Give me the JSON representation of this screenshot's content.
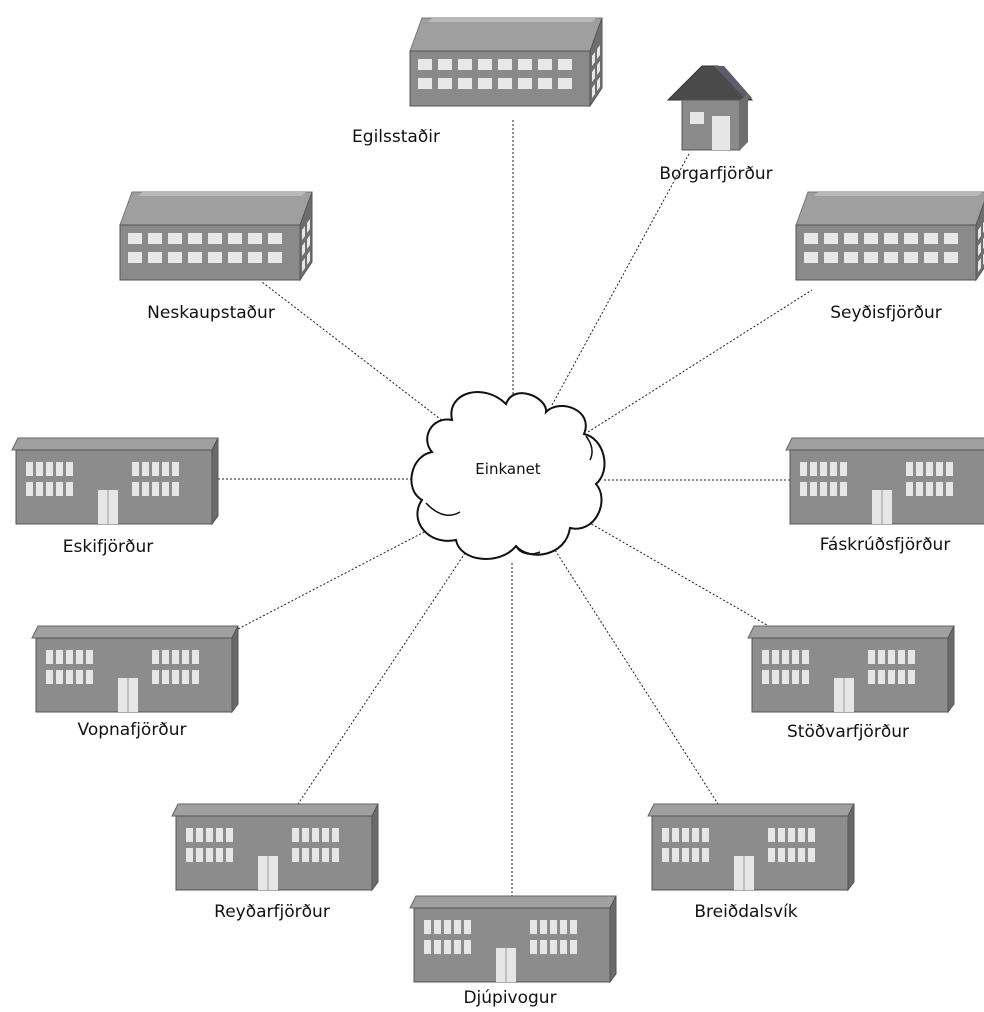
{
  "hub": {
    "label": "Einkanet"
  },
  "nodes": [
    {
      "id": "egilsstadir",
      "label": "Egilsstaðir",
      "kind": "office-tower"
    },
    {
      "id": "borgarfjordur",
      "label": "Borgarfjörður",
      "kind": "house"
    },
    {
      "id": "neskaupstadur",
      "label": "Neskaupstaður",
      "kind": "office-tower"
    },
    {
      "id": "seydisfjordur",
      "label": "Seyðisfjörður",
      "kind": "office-tower"
    },
    {
      "id": "eskifjordur",
      "label": "Eskifjörður",
      "kind": "school"
    },
    {
      "id": "faskrudsfjordur",
      "label": "Fáskrúðsfjörður",
      "kind": "school"
    },
    {
      "id": "vopnafjordur",
      "label": "Vopnafjörður",
      "kind": "school"
    },
    {
      "id": "stodvarfjordur",
      "label": "Stöðvarfjörður",
      "kind": "school"
    },
    {
      "id": "reydarfjordur",
      "label": "Reyðarfjörður",
      "kind": "school"
    },
    {
      "id": "breiddalsvik",
      "label": "Breiðdalsvík",
      "kind": "school"
    },
    {
      "id": "djupivogur",
      "label": "Djúpivogur",
      "kind": "school"
    }
  ]
}
